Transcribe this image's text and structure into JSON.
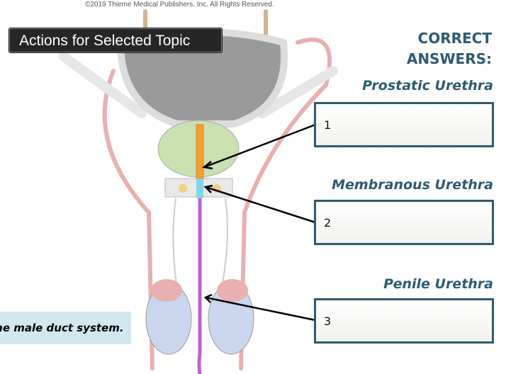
{
  "copyright": "©2019 Thieme Medical Publishers, Inc. All Rights Reserved.",
  "tooltip": "Actions for Selected Topic",
  "heading": {
    "line1": "CORRECT",
    "line2": "ANSWERS:"
  },
  "answers": [
    {
      "label": "Prostatic Urethra",
      "value": "1"
    },
    {
      "label": "Membranous Urethra",
      "value": "2"
    },
    {
      "label": "Penile Urethra",
      "value": "3"
    }
  ],
  "instruction": "the male duct system.",
  "colors": {
    "accent": "#2e5a72",
    "prostatic": "#f0a030",
    "membranous": "#7fd8e8",
    "penile": "#c060d0"
  }
}
